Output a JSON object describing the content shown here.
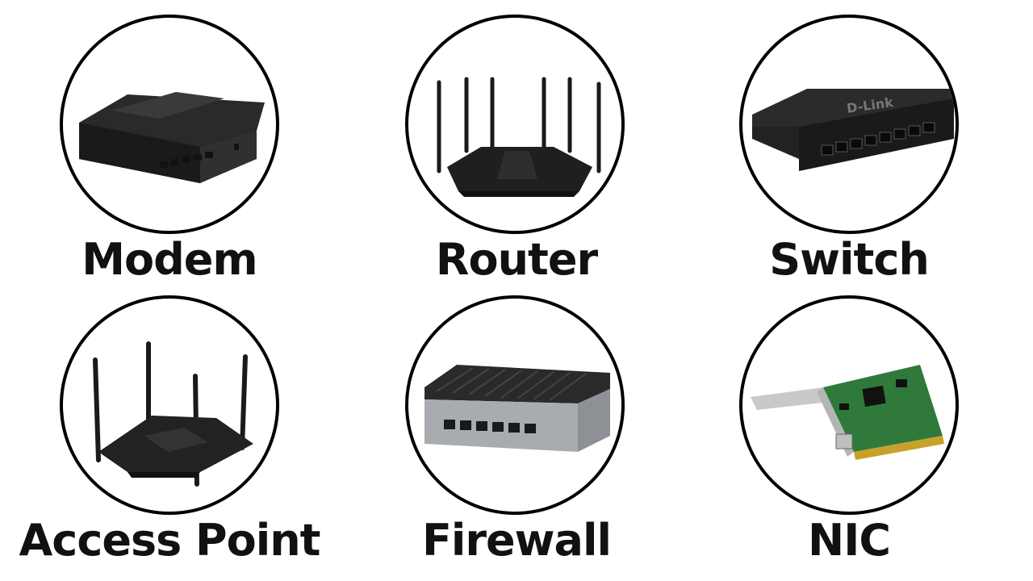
{
  "devices": [
    {
      "label": "Modem",
      "icon": "modem-icon"
    },
    {
      "label": "Router",
      "icon": "router-icon"
    },
    {
      "label": "Switch",
      "icon": "switch-icon"
    },
    {
      "label": "Access Point",
      "icon": "access-point-icon"
    },
    {
      "label": "Firewall",
      "icon": "firewall-icon"
    },
    {
      "label": "NIC",
      "icon": "nic-icon"
    }
  ],
  "switch_brand": "D-Link"
}
